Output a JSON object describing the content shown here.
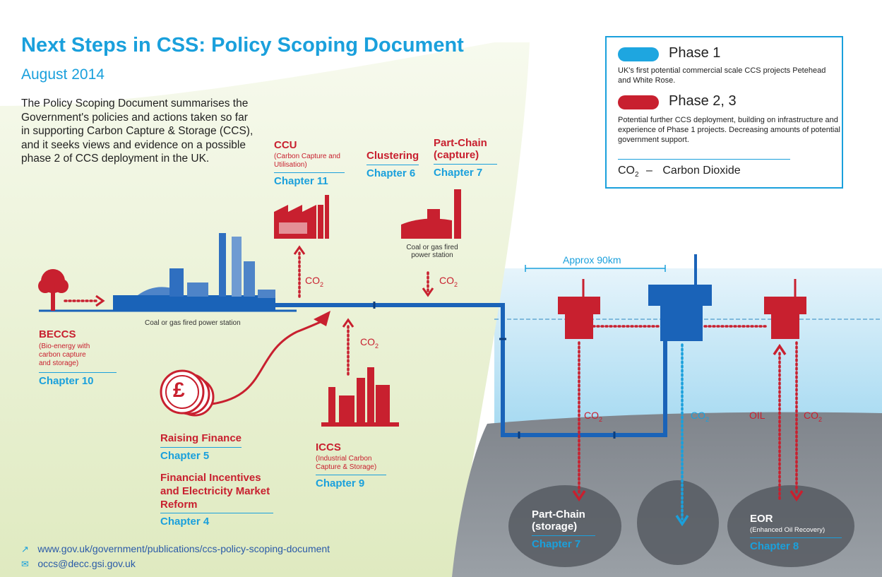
{
  "header": {
    "title": "Next Steps in CSS: Policy Scoping Document",
    "subtitle": "August 2014",
    "intro": "The Policy Scoping Document summarises the Government's policies and actions taken so far in supporting Carbon Capture & Storage (CCS), and it seeks views and evidence on a possible phase 2 of CCS deployment in the UK."
  },
  "legend": {
    "phase1": {
      "title": "Phase 1",
      "color": "#1ea6e0",
      "description": "UK's first potential commercial scale CCS projects Petehead and White Rose."
    },
    "phase23": {
      "title": "Phase 2, 3",
      "color": "#c8202f",
      "description": "Potential further CCS deployment, building on infrastructure and experience of Phase 1 projects. Decreasing amounts of potential government support."
    },
    "co2_symbol": "CO",
    "co2_sub": "2",
    "co2_dash": "–",
    "co2_meaning": "Carbon Dioxide"
  },
  "labels": {
    "ccu": {
      "title": "CCU",
      "sub": "(Carbon Capture and Utilisation)",
      "chapter": "Chapter 11"
    },
    "clustering": {
      "title": "Clustering",
      "chapter": "Chapter 6"
    },
    "partchain_capture": {
      "title": "Part-Chain (capture)",
      "chapter": "Chapter 7"
    },
    "beccs": {
      "title": "BECCS",
      "sub": "(Bio-energy with carbon capture and storage)",
      "chapter": "Chapter 10"
    },
    "raising_finance": {
      "title": "Raising Finance",
      "chapter": "Chapter 5"
    },
    "financial_incentives": {
      "title": "Financial Incentives and Electricity Market Reform",
      "chapter": "Chapter 4"
    },
    "iccs": {
      "title": "ICCS",
      "sub": "(Industrial Carbon Capture & Storage)",
      "chapter": "Chapter 9"
    },
    "partchain_storage": {
      "title": "Part-Chain (storage)",
      "chapter": "Chapter 7"
    },
    "eor": {
      "title": "EOR",
      "sub": "(Enhanced Oil Recovery)",
      "chapter": "Chapter 8"
    }
  },
  "captions": {
    "power_station": "Coal or gas fired power station",
    "power_station_small": "Coal or gas fired power station",
    "distance": "Approx 90km",
    "co2": "CO",
    "co2_sub": "2",
    "oil": "OIL",
    "pound": "£"
  },
  "footer": {
    "url": "www.gov.uk/government/publications/ccs-policy-scoping-document",
    "email": "occs@decc.gsi.gov.uk"
  },
  "colors": {
    "blue": "#1aa0dc",
    "red": "#c8202f",
    "pipe": "#1a63b8",
    "land": "#e8f0cf",
    "sea": "#aadcf2",
    "seabed": "#7a7f86"
  }
}
